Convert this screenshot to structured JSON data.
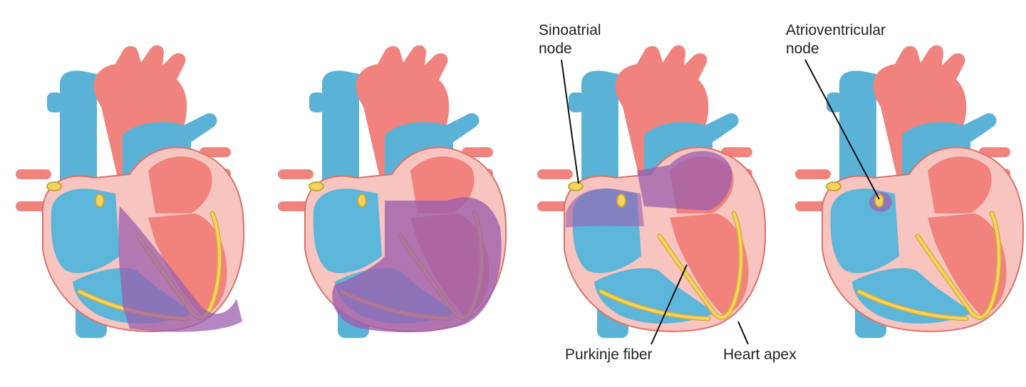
{
  "labels": {
    "sinoatrial_node": "Sinoatrial\nnode",
    "atrioventricular_node": "Atrioventricular\nnode",
    "purkinje_fiber": "Purkinje fiber",
    "heart_apex": "Heart apex"
  },
  "colors": {
    "aorta_red": "#f0837d",
    "vessel_blue": "#5ab3d6",
    "chamber_blue": "#5bb6da",
    "chamber_red": "#f1827c",
    "muscle_pink": "#f8c4bf",
    "depolarized_purple": "#9b5fad",
    "node_yellow": "#f3d55b",
    "outline": "#d8726b"
  },
  "panels": [
    {
      "name": "heart-panel-1",
      "state": "atria-relaxed-ventricles-depolarizing"
    },
    {
      "name": "heart-panel-2",
      "state": "ventricles-depolarized"
    },
    {
      "name": "heart-panel-3",
      "state": "atria-depolarizing-from-sinoatrial-node"
    },
    {
      "name": "heart-panel-4",
      "state": "signal-at-atrioventricular-node"
    }
  ]
}
